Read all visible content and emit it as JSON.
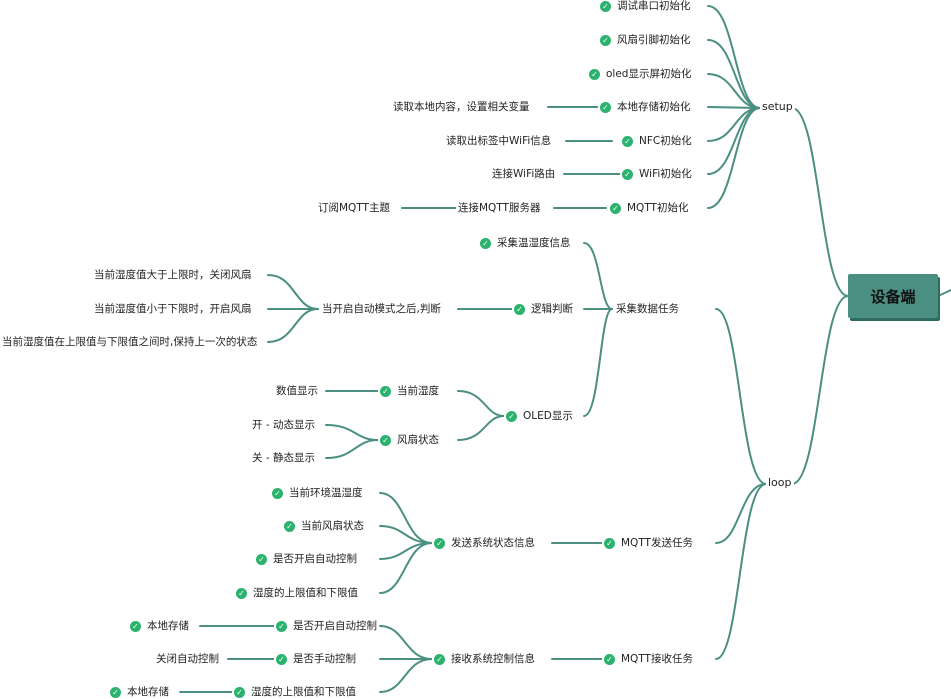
{
  "root": "设备端",
  "setup": {
    "label": "setup",
    "items": [
      {
        "label": "调试串口初始化"
      },
      {
        "label": "风扇引脚初始化"
      },
      {
        "label": "oled显示屏初始化"
      },
      {
        "label": "本地存储初始化",
        "child": "读取本地内容，设置相关变量"
      },
      {
        "label": "NFC初始化",
        "child": "读取出标签中WiFi信息"
      },
      {
        "label": "WiFi初始化",
        "child": "连接WiFi路由"
      },
      {
        "label": "MQTT初始化",
        "child": "连接MQTT服务器",
        "grandchild": "订阅MQTT主题"
      }
    ]
  },
  "loop": {
    "label": "loop",
    "collect": {
      "label": "采集数据任务",
      "gather": "采集温湿度信息",
      "logic": {
        "label": "逻辑判断",
        "judge": "当开启自动模式之后,判断",
        "cases": [
          "当前湿度值大于上限时，关闭风扇",
          "当前湿度值小于下限时，开启风扇",
          "当前湿度值在上限值与下限值之间时,保持上一次的状态"
        ]
      },
      "oled": {
        "label": "OLED显示",
        "humidity": {
          "label": "当前湿度",
          "child": "数值显示"
        },
        "fan": {
          "label": "风扇状态",
          "children": [
            "开 - 动态显示",
            "关 - 静态显示"
          ]
        }
      }
    },
    "send": {
      "label": "MQTT发送任务",
      "sub": "发送系统状态信息",
      "items": [
        "当前环境温湿度",
        "当前风扇状态",
        "是否开启自动控制",
        "湿度的上限值和下限值"
      ]
    },
    "recv": {
      "label": "MQTT接收任务",
      "sub": "接收系统控制信息",
      "items": [
        {
          "label": "是否开启自动控制",
          "child": "本地存储"
        },
        {
          "label": "是否手动控制",
          "child": "关闭自动控制"
        },
        {
          "label": "湿度的上限值和下限值",
          "child": "本地存储"
        }
      ]
    }
  },
  "colors": {
    "line": "#4a8f82",
    "root": "#4a8f82",
    "check": "#2bb26e"
  }
}
